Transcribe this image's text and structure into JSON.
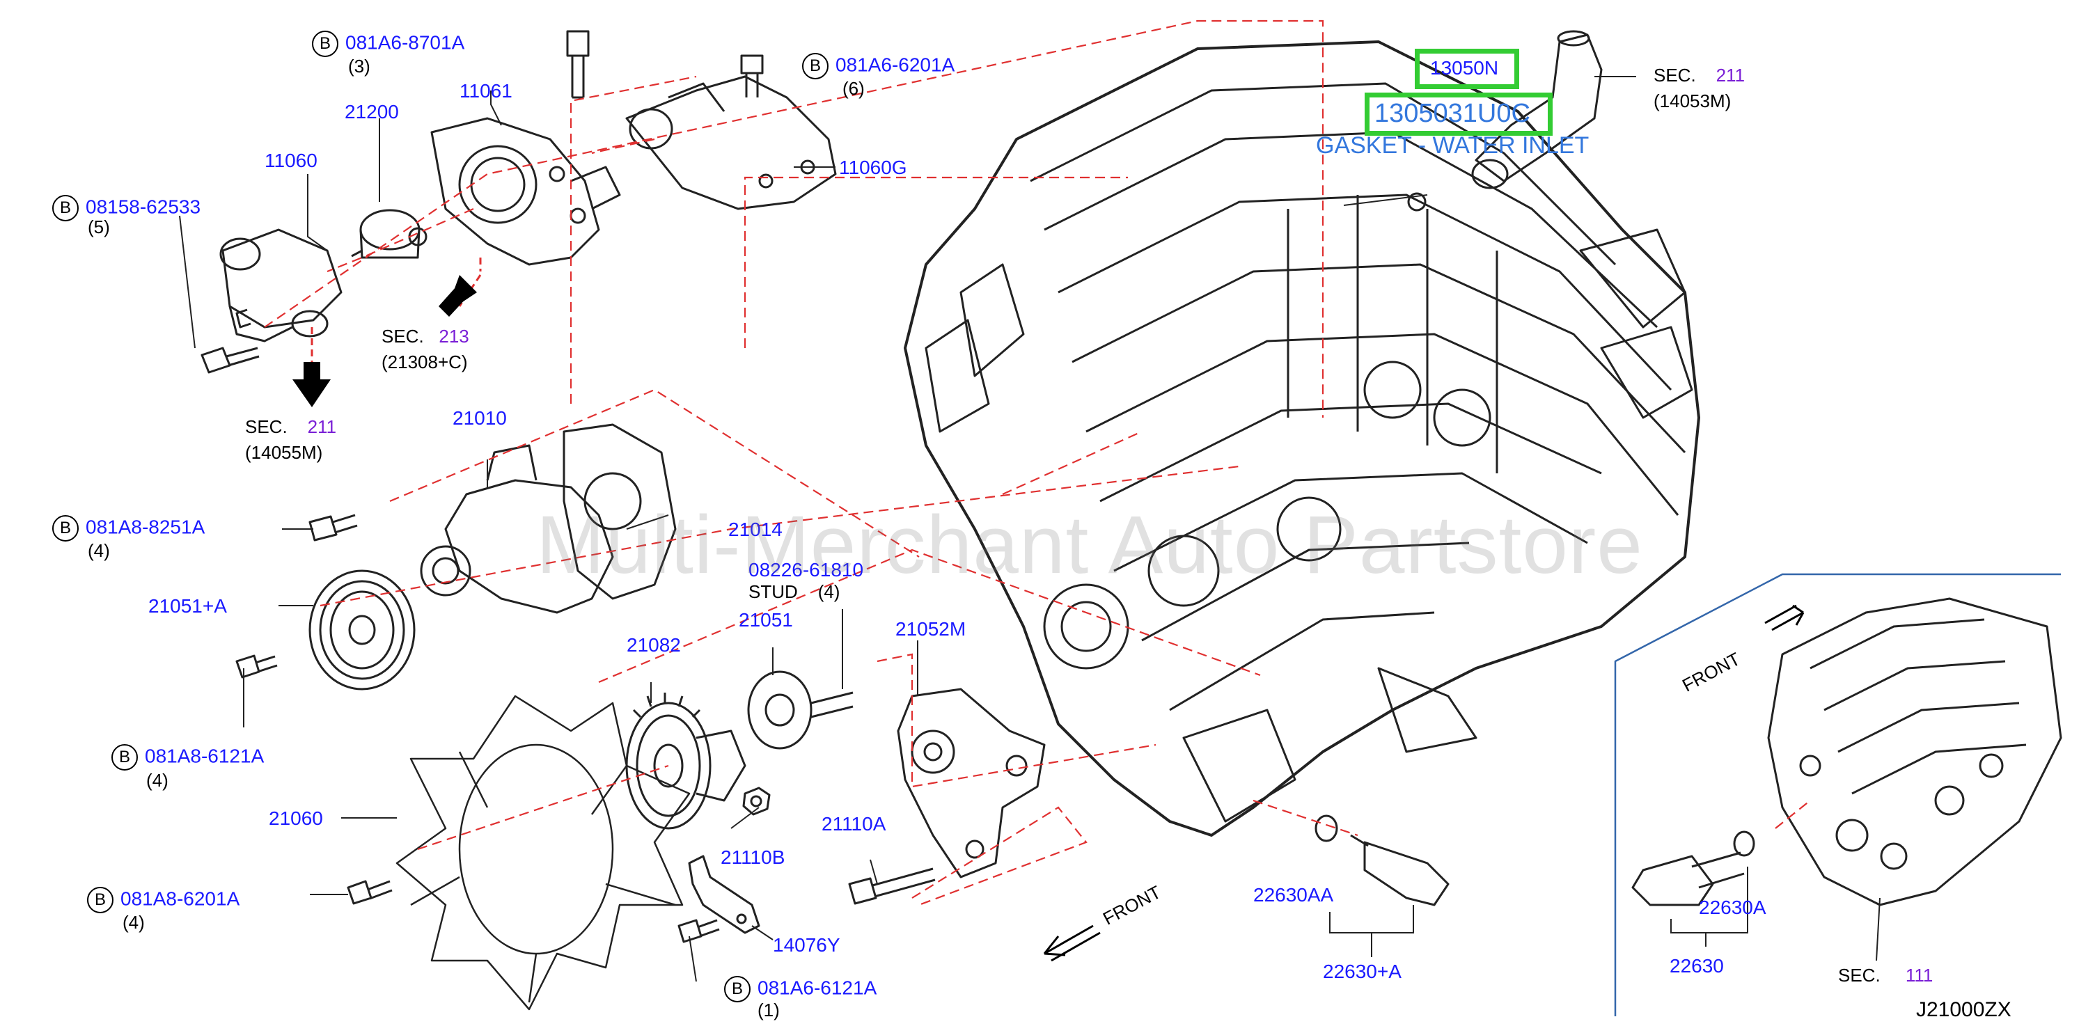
{
  "watermark": "Multi-Merchant Auto Partstore",
  "diagram_code": "J21000ZX",
  "highlight": {
    "part": "13050N",
    "sub_part": "1305031U0C",
    "description": "GASKET - WATER INLET"
  },
  "bolts": {
    "b1": {
      "mark": "B",
      "part": "081A6-8701A",
      "qty": "(3)"
    },
    "b2": {
      "mark": "B",
      "part": "081A6-6201A",
      "qty": "(6)"
    },
    "b3": {
      "mark": "B",
      "part": "08158-62533",
      "qty": "(5)"
    },
    "b4": {
      "mark": "B",
      "part": "081A8-8251A",
      "qty": "(4)"
    },
    "b5": {
      "mark": "B",
      "part": "081A8-6121A",
      "qty": "(4)"
    },
    "b6": {
      "mark": "B",
      "part": "081A8-6201A",
      "qty": "(4)"
    },
    "b7": {
      "mark": "B",
      "part": "081A6-6121A",
      "qty": "(1)"
    }
  },
  "parts": {
    "p11060": "11060",
    "p21200": "21200",
    "p11061": "11061",
    "p11060G": "11060G",
    "p21010": "21010",
    "p21014": "21014",
    "p21051A": "21051+A",
    "p21082": "21082",
    "p21051": "21051",
    "p21052M": "21052M",
    "p21060": "21060",
    "p21110B": "21110B",
    "p21110A": "21110A",
    "p14076Y": "14076Y",
    "p22630AA": "22630AA",
    "p22630A_plus": "22630+A",
    "p22630A": "22630A",
    "p22630": "22630"
  },
  "stud": {
    "part": "08226-61810",
    "label": "STUD",
    "qty": "(4)"
  },
  "sections": {
    "s213": {
      "label": "SEC.",
      "num": "213",
      "ref": "(21308+C)"
    },
    "s211a": {
      "label": "SEC.",
      "num": "211",
      "ref": "(14055M)"
    },
    "s211b": {
      "label": "SEC.",
      "num": "211",
      "ref": "(14053M)"
    },
    "s111": {
      "label": "SEC.",
      "num": "111"
    }
  },
  "front_labels": {
    "main": "FRONT",
    "inset": "FRONT"
  },
  "colors": {
    "part_text": "#1a1aff",
    "sec_number": "#7a1fd6",
    "highlight": "#33cc33",
    "leader_dash": "#e03030",
    "inset_frame": "#3366aa"
  }
}
